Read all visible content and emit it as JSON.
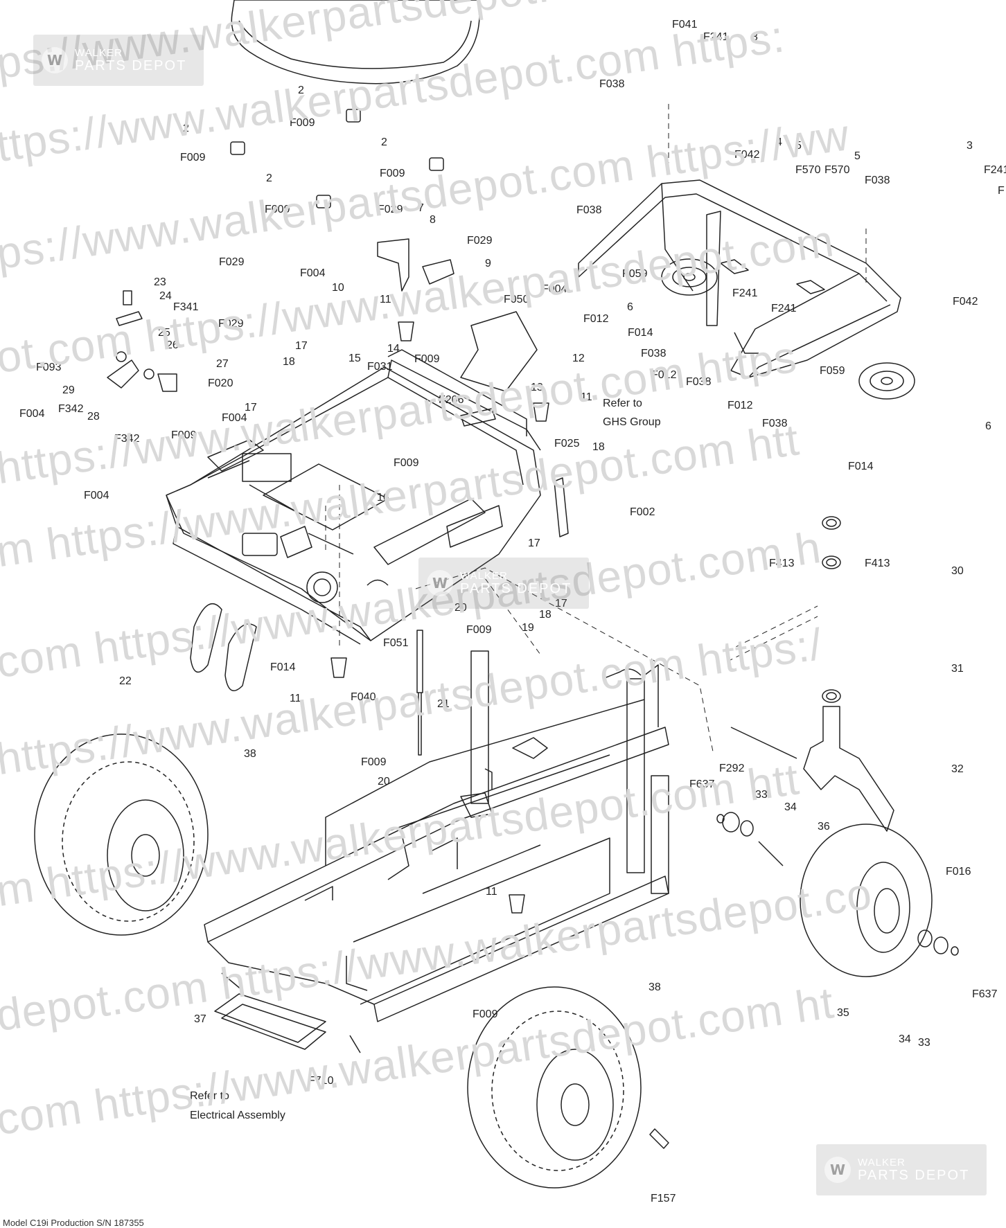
{
  "watermark": {
    "lines": [
      "ps://www.walkerpartsdepot.com   https://",
      "ttps://www.walkerpartsdepot.com   https:",
      "ps://www.walkerpartsdepot.com   https://ww",
      "ot.com   https://www.walkerpartsdepot.com",
      "https://www.walkerpartsdepot.com   https",
      "m   https://www.walkerpartsdepot.com   htt",
      "com   https://www.walkerpartsdepot.com   h",
      "https://www.walkerpartsdepot.com   https:/",
      "m   https://www.walkerpartsdepot.com   htt",
      "depot.com   https://www.walkerpartsdepot.co",
      "com   https://www.walkerpartsdepot.com   ht"
    ],
    "badge_line1": "WALKER",
    "badge_line2": "PARTS DEPOT",
    "badge_logo": "W"
  },
  "diagram": {
    "title": "Model C19i Production S/N 187355",
    "callouts": {
      "seat": [
        "2",
        "F009",
        "2",
        "F009",
        "2",
        "F009",
        "2",
        "F009"
      ],
      "top_right": [
        "F041",
        "F241",
        "3",
        "F038",
        "F042",
        "4",
        "5",
        "F570",
        "F570",
        "5",
        "F038",
        "3",
        "F241",
        "F",
        "F038",
        "F059",
        "6",
        "F241",
        "F241",
        "F042",
        "F012",
        "F014",
        "F038",
        "F012",
        "F038",
        "F012",
        "F059",
        "6",
        "F038",
        "F014"
      ],
      "body": [
        "7",
        "8",
        "F029",
        "F029",
        "9",
        "F004",
        "10",
        "11",
        "F050",
        "F004",
        "12",
        "F029",
        "23",
        "24",
        "F341",
        "25",
        "26",
        "F029",
        "27",
        "F020",
        "F004",
        "F093",
        "29",
        "F004",
        "F342",
        "28",
        "F342",
        "17",
        "18",
        "15",
        "F031",
        "14",
        "F009",
        "13",
        "11",
        "F206",
        "F009",
        "F025",
        "18",
        "17",
        "F009",
        "F004",
        "16",
        "F002",
        "17",
        "Refer to",
        "GHS Group"
      ],
      "lower": [
        "20",
        "F009",
        "F051",
        "F014",
        "F040",
        "11",
        "21",
        "22",
        "19",
        "18",
        "17",
        "F009",
        "20",
        "38",
        "11",
        "37",
        "F009",
        "F710",
        "Refer to",
        "Electrical Assembly",
        "38",
        "F157"
      ],
      "caster": [
        "30",
        "F413",
        "F413",
        "31",
        "F292",
        "32",
        "F637",
        "33",
        "34",
        "36",
        "F016",
        "35",
        "34",
        "33",
        "F637"
      ]
    }
  }
}
